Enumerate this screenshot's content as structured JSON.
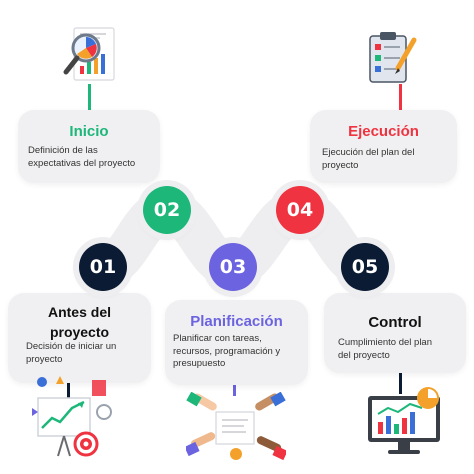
{
  "steps": [
    {
      "number": "01",
      "title": "Antes del proyecto",
      "title_line1": "Antes del",
      "title_line2": "proyecto",
      "description_line1": "Decisión de iniciar un",
      "description_line2": "proyecto",
      "color": "#0b1b33"
    },
    {
      "number": "02",
      "title": "Inicio",
      "description_line1": "Definición de las",
      "description_line2": "expectativas del proyecto",
      "color": "#1db77a"
    },
    {
      "number": "03",
      "title": "Planificación",
      "description_line1": "Planificar con tareas,",
      "description_line2": "recursos, programación y",
      "description_line3": "presupuesto",
      "color": "#6c63e0"
    },
    {
      "number": "04",
      "title": "Ejecución",
      "description_line1": "Ejecución del plan del",
      "description_line2": "proyecto",
      "color": "#ef3340"
    },
    {
      "number": "05",
      "title": "Control",
      "description_line1": "Cumplimiento del plan",
      "description_line2": "del proyecto",
      "color": "#0b1b33"
    }
  ],
  "illustrations": {
    "inicio": "report-magnifier-icon",
    "ejecucion": "clipboard-checklist-icon",
    "antes": "business-presentation-icon",
    "planificacion": "team-planning-icon",
    "control": "monitor-chart-icon"
  }
}
